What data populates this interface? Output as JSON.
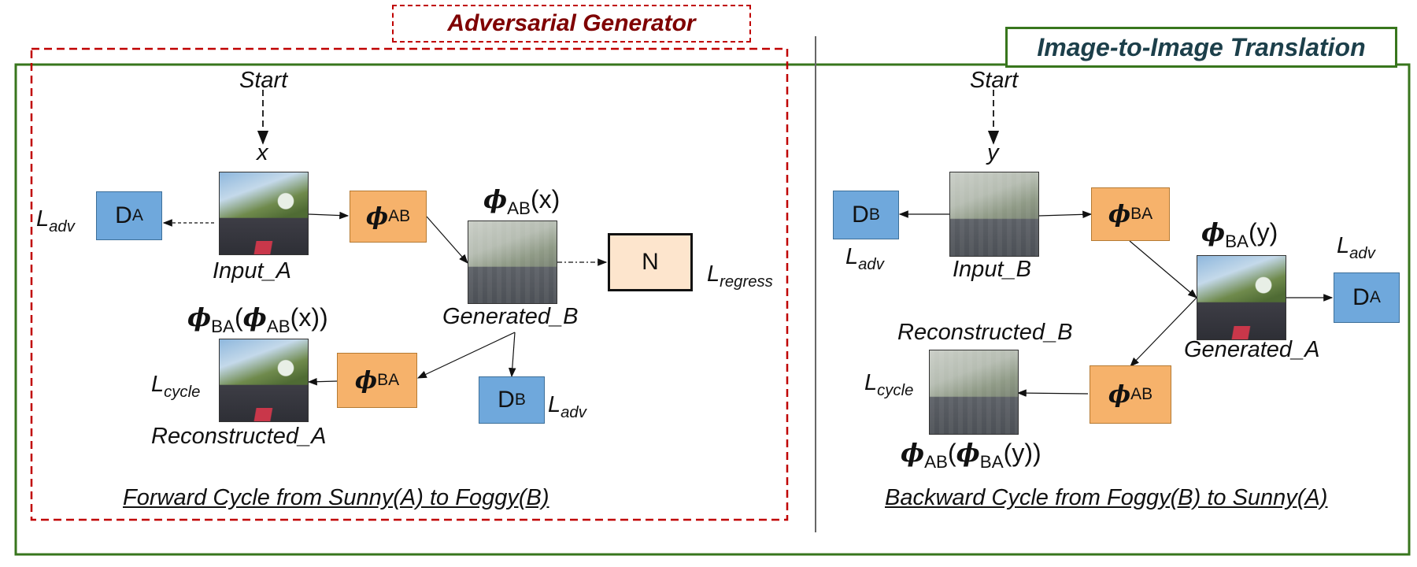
{
  "titles": {
    "adversarial": "Adversarial Generator",
    "translation": "Image-to-Image Translation"
  },
  "forward": {
    "start": "Start",
    "input_var": "x",
    "input_label": "Input_A",
    "generated_label": "Generated_B",
    "reconstructed_label": "Reconstructed_A",
    "gen_ab": {
      "sym": "ϕ",
      "sub": "AB"
    },
    "gen_ba": {
      "sym": "ϕ",
      "sub": "BA"
    },
    "disc_a": {
      "sym": "D",
      "sub": "A"
    },
    "disc_b": {
      "sym": "D",
      "sub": "B"
    },
    "n_box": "N",
    "phi_ab_x": {
      "sym": "ϕ",
      "sub": "AB",
      "arg": "(x)"
    },
    "phi_ba_phi_ab_x": {
      "sym1": "ϕ",
      "sub1": "BA",
      "open": "(",
      "sym2": "ϕ",
      "sub2": "AB",
      "arg": "(x))"
    },
    "l_adv_1": {
      "sym": "L",
      "sub": "adv"
    },
    "l_adv_2": {
      "sym": "L",
      "sub": "adv"
    },
    "l_regress": {
      "sym": "L",
      "sub": "regress"
    },
    "l_cycle": {
      "sym": "L",
      "sub": "cycle"
    },
    "caption": "Forward Cycle from Sunny(A) to Foggy(B)"
  },
  "backward": {
    "start": "Start",
    "input_var": "y",
    "input_label": "Input_B",
    "generated_label": "Generated_A",
    "reconstructed_label": "Reconstructed_B",
    "gen_ba": {
      "sym": "ϕ",
      "sub": "BA"
    },
    "gen_ab": {
      "sym": "ϕ",
      "sub": "AB"
    },
    "disc_b": {
      "sym": "D",
      "sub": "B"
    },
    "disc_a": {
      "sym": "D",
      "sub": "A"
    },
    "phi_ba_y": {
      "sym": "ϕ",
      "sub": "BA",
      "arg": "(y)"
    },
    "phi_ab_phi_ba_y": {
      "sym1": "ϕ",
      "sub1": "AB",
      "open": "(",
      "sym2": "ϕ",
      "sub2": "BA",
      "arg": "(y))"
    },
    "l_adv_1": {
      "sym": "L",
      "sub": "adv"
    },
    "l_adv_2": {
      "sym": "L",
      "sub": "adv"
    },
    "l_cycle": {
      "sym": "L",
      "sub": "cycle"
    },
    "caption": "Backward Cycle from Foggy(B) to Sunny(A)"
  },
  "colors": {
    "discriminator": "#6fa8dc",
    "generator": "#f6b26b",
    "n_box": "#fde5cd",
    "adversarial_border": "#c00000",
    "translation_border": "#38761d"
  }
}
